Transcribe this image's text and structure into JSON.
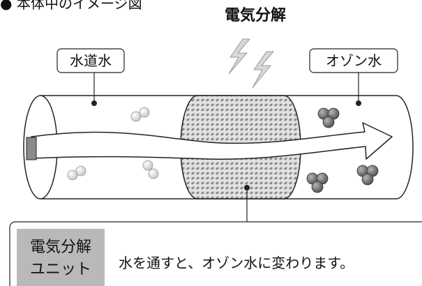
{
  "heading": {
    "bullet": "●",
    "text": "本体中のイメージ図"
  },
  "process_title": "電気分解",
  "labels": {
    "tap_water": "水道水",
    "ozone_water": "オゾン水"
  },
  "unit_box": {
    "tag_line1": "電気分解",
    "tag_line2": "ユニット",
    "description": "水を通すと、オゾン水に変わります。"
  },
  "colors": {
    "tag_background": "#b9b9b9",
    "unit_fill": "#dcdcdc",
    "ozone_molecule": "#6f6f6f",
    "bubble": "#e6e6e6",
    "arrow_fill": "#ffffff"
  },
  "icons": [
    "lightning-bolt-icon",
    "lightning-bolt-icon"
  ]
}
